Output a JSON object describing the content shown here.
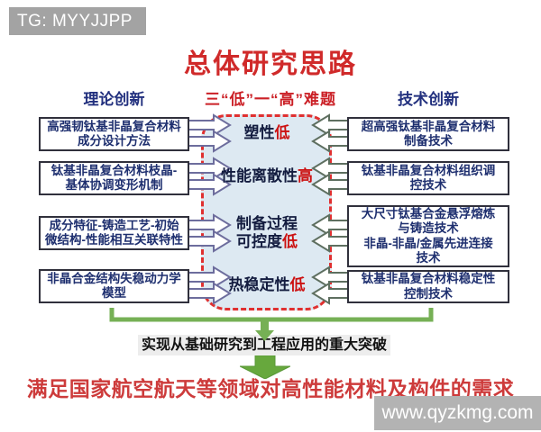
{
  "watermark_tg": "TG: MYYJJPP",
  "title": "总体研究思路",
  "headers": {
    "left": "理论创新",
    "center": "三“低”一“高”难题",
    "right": "技术创新"
  },
  "left_boxes": [
    {
      "text": "高强韧钛基非晶复合材料\n成分设计方法"
    },
    {
      "text": "钛基非晶复合材料枝晶-\n基体协调变形机制"
    },
    {
      "text": "成分特征-铸造工艺-初始\n微结构-性能相互关联特性"
    },
    {
      "text": "非晶合金结构失稳动力学\n模型"
    }
  ],
  "center_problems": [
    {
      "text": "塑性",
      "accent": "低"
    },
    {
      "text": "性能离散性",
      "accent": "高"
    },
    {
      "text": "制备过程\n可控度",
      "accent": "低"
    },
    {
      "text": "热稳定性",
      "accent": "低"
    }
  ],
  "right_boxes": [
    {
      "text": "超高强钛基非晶复合材料\n制备技术"
    },
    {
      "text": "钛基非晶复合材料组织调\n控技术"
    },
    {
      "text": "大尺寸钛基合金悬浮熔炼\n与铸造技术\n非晶-非晶/金属先进连接\n技术"
    },
    {
      "text": "钛基非晶复合材料稳定性\n控制技术"
    }
  ],
  "bottom": {
    "milestone": "实现从基础研究到工程应用的重大突破",
    "goal": "满足国家航空航天等领域对高性能材料及构件的需求"
  },
  "watermark_site": "www.qyzkmg.com",
  "colors": {
    "title_red": "#d02a2a",
    "header_navy": "#22307e",
    "panel_blue": "#dde9f2",
    "panel_border_red": "#e03030",
    "accent_red": "#cc1111",
    "box_border": "#30303c",
    "box_text_navy": "#1e2f6f",
    "arrow_left_stroke": "#6d6d9d",
    "arrow_right_stroke": "#5e6f60",
    "green": "#76b055",
    "big_arrow_green": "#67a83d",
    "goal_red": "#cd3b3b",
    "watermark_gray": "#b3b3b3"
  }
}
